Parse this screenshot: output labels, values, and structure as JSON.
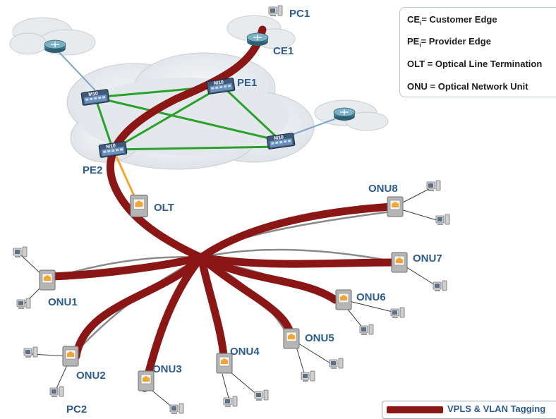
{
  "legend": {
    "ce": {
      "abbr": "CE",
      "sub": "i",
      "text": "= Customer Edge"
    },
    "pe": {
      "abbr": "PE",
      "sub": "i",
      "text": "= Provider Edge"
    },
    "olt": {
      "text": "OLT = Optical Line Termination"
    },
    "onu": {
      "text": "ONU = Optical Network Unit"
    }
  },
  "labels": {
    "pc1": "PC1",
    "ce1": "CE1",
    "pe1": "PE1",
    "pe2": "PE2",
    "olt": "OLT",
    "onu1": "ONU1",
    "onu2": "ONU2",
    "onu3": "ONU3",
    "onu4": "ONU4",
    "onu5": "ONU5",
    "onu6": "ONU6",
    "onu7": "ONU7",
    "onu8": "ONU8",
    "pc2": "PC2"
  },
  "router_tag": "M10",
  "bottom_legend": {
    "text": "VPLS & VLAN Tagging"
  },
  "colors": {
    "vpls": "#8b1616",
    "core_link": "#2aa12a",
    "access_link": "#7fa7c9",
    "fiber": "#808080",
    "cloud": "#e8ecef",
    "label": "#2d5b8e"
  }
}
